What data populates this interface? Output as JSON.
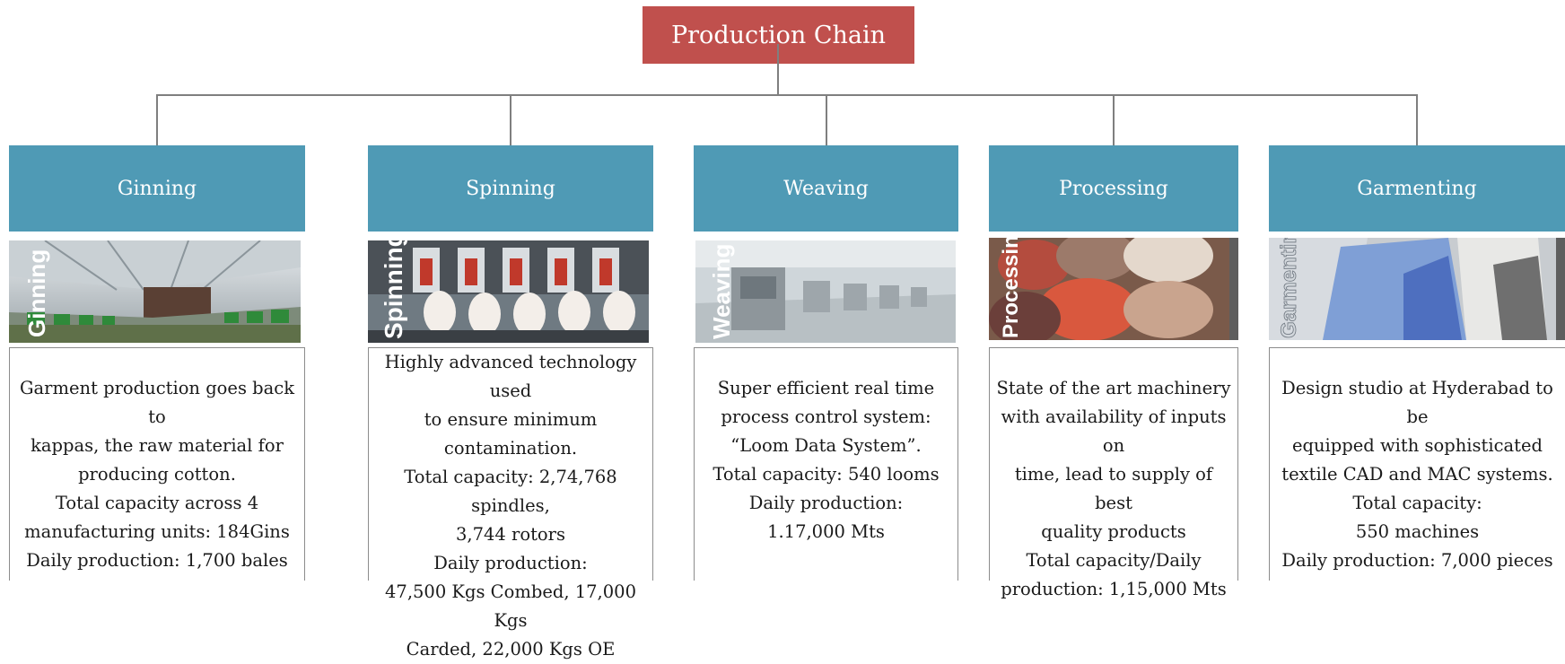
{
  "root": {
    "label": "Production Chain"
  },
  "stages": [
    {
      "name": "Ginning",
      "photo_text": "Ginning",
      "desc": [
        "Garment production goes back to",
        "kappas, the raw material for",
        "producing cotton.",
        "Total capacity across 4",
        "manufacturing units: 184Gins",
        "Daily production: 1,700 bales"
      ]
    },
    {
      "name": "Spinning",
      "photo_text": "Spinning",
      "desc": [
        "Highly advanced technology used",
        "to ensure minimum",
        "contamination.",
        "Total capacity: 2,74,768 spindles,",
        "3,744 rotors",
        "Daily production:",
        "47,500 Kgs Combed, 17,000 Kgs",
        "Carded, 22,000 Kgs OE"
      ]
    },
    {
      "name": "Weaving",
      "photo_text": "Weaving",
      "desc": [
        "Super efficient real time",
        "process control system:",
        "“Loom Data System”.",
        "Total capacity: 540 looms",
        "Daily production:",
        "1.17,000 Mts"
      ]
    },
    {
      "name": "Processing",
      "photo_text": "Processing",
      "desc": [
        "State of the art machinery",
        "with availability of inputs on",
        "time, lead to supply of best",
        "quality products",
        "Total capacity/Daily",
        "production: 1,15,000 Mts"
      ]
    },
    {
      "name": "Garmenting",
      "photo_text": "Garmenting",
      "desc": [
        "Design studio at Hyderabad to be",
        "equipped with sophisticated",
        "textile CAD and MAC systems.",
        "Total capacity:",
        "550 machines",
        "Daily production: 7,000 pieces"
      ]
    }
  ],
  "colors": {
    "root": "#c0504d",
    "stage": "#4f9ab5",
    "connector": "#7f7f7f"
  }
}
